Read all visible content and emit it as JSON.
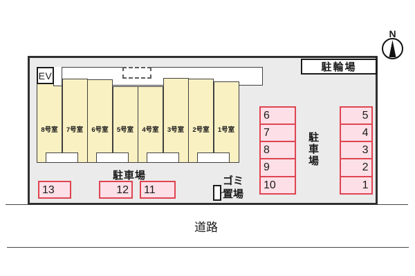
{
  "site_plan": {
    "compass": {
      "north_label": "N"
    },
    "building": {
      "elevator_label": "EV",
      "rooms": [
        {
          "label": "8号室"
        },
        {
          "label": "7号室"
        },
        {
          "label": "6号室"
        },
        {
          "label": "5号室"
        },
        {
          "label": "4号室"
        },
        {
          "label": "3号室"
        },
        {
          "label": "2号室"
        },
        {
          "label": "1号室"
        }
      ]
    },
    "bicycle_parking": {
      "label": "駐輪場"
    },
    "parking": {
      "vertical_label": "駐車場",
      "bottom_label": "駐車場",
      "middle_column": [
        {
          "number": "6"
        },
        {
          "number": "7"
        },
        {
          "number": "8"
        },
        {
          "number": "9"
        },
        {
          "number": "10"
        }
      ],
      "right_column": [
        {
          "number": "5"
        },
        {
          "number": "4"
        },
        {
          "number": "3"
        },
        {
          "number": "2"
        },
        {
          "number": "1"
        }
      ],
      "bottom_row": [
        {
          "number": "13"
        },
        {
          "number": "12"
        },
        {
          "number": "11"
        }
      ]
    },
    "garbage_area": {
      "label_line1": "ゴミ",
      "label_line2": "置場"
    },
    "road": {
      "label": "道路"
    },
    "colors": {
      "plan_fill": "#EBEBEB",
      "room_fill": "#FAF1C3",
      "parking_fill": "#FCDFE7",
      "parking_border": "#DE4450"
    }
  }
}
